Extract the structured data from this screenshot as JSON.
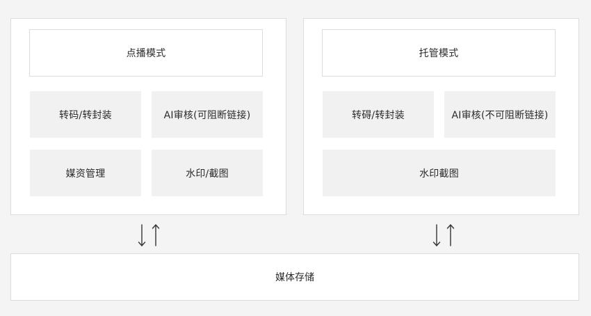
{
  "left_panel": {
    "header": "点播模式",
    "transcode": "转码/转封装",
    "ai_review": "AI审核(可阻断链接)",
    "media_management": "媒资管理",
    "watermark": "水印/截图"
  },
  "right_panel": {
    "header": "托管模式",
    "transcode": "转碍/转封装",
    "ai_review": "AI审核(不可阻断链接)",
    "watermark": "水印截图"
  },
  "storage": {
    "label": "媒体存储"
  },
  "colors": {
    "background": "#f4f4f4",
    "panel": "#ffffff",
    "feature_box": "#f1f1f1",
    "border": "#dcdcdc",
    "text": "#2b2b2b"
  }
}
